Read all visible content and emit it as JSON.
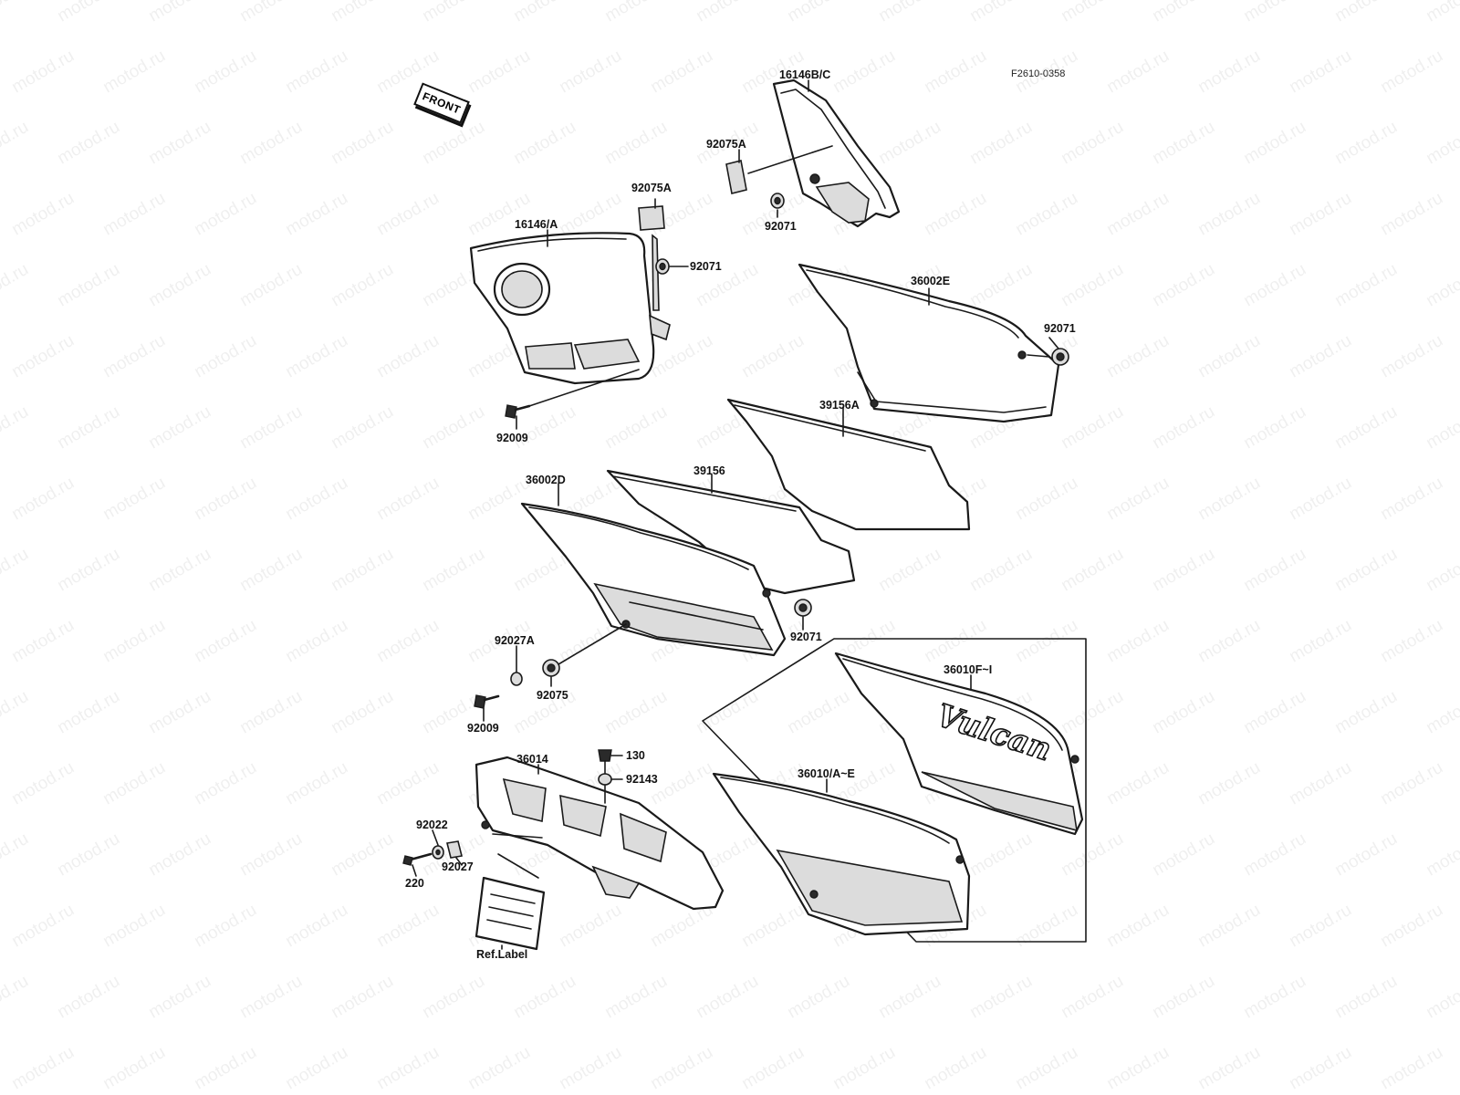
{
  "figure_code": "F2610-0358",
  "front_label": "FRONT",
  "watermark_text": "motod.ru",
  "logo_script": "Vulcan",
  "parts": [
    {
      "id": "p-16146BC",
      "number": "16146B/C"
    },
    {
      "id": "p-92075A-top",
      "number": "92075A"
    },
    {
      "id": "p-92071-top",
      "number": "92071"
    },
    {
      "id": "p-92075A-left",
      "number": "92075A"
    },
    {
      "id": "p-16146A",
      "number": "16146/A"
    },
    {
      "id": "p-92071-left",
      "number": "92071"
    },
    {
      "id": "p-92009-top",
      "number": "92009"
    },
    {
      "id": "p-36002E",
      "number": "36002E"
    },
    {
      "id": "p-92071-right",
      "number": "92071"
    },
    {
      "id": "p-39156A",
      "number": "39156A"
    },
    {
      "id": "p-39156",
      "number": "39156"
    },
    {
      "id": "p-36002D",
      "number": "36002D"
    },
    {
      "id": "p-92071-mid",
      "number": "92071"
    },
    {
      "id": "p-92027A",
      "number": "92027A"
    },
    {
      "id": "p-92075",
      "number": "92075"
    },
    {
      "id": "p-92009-bottom",
      "number": "92009"
    },
    {
      "id": "p-36010FI",
      "number": "36010F~I"
    },
    {
      "id": "p-36010AE",
      "number": "36010/A~E"
    },
    {
      "id": "p-36014",
      "number": "36014"
    },
    {
      "id": "p-130",
      "number": "130"
    },
    {
      "id": "p-92143",
      "number": "92143"
    },
    {
      "id": "p-92022",
      "number": "92022"
    },
    {
      "id": "p-92027",
      "number": "92027"
    },
    {
      "id": "p-220",
      "number": "220"
    },
    {
      "id": "p-ref-label",
      "number": "Ref.Label"
    }
  ]
}
